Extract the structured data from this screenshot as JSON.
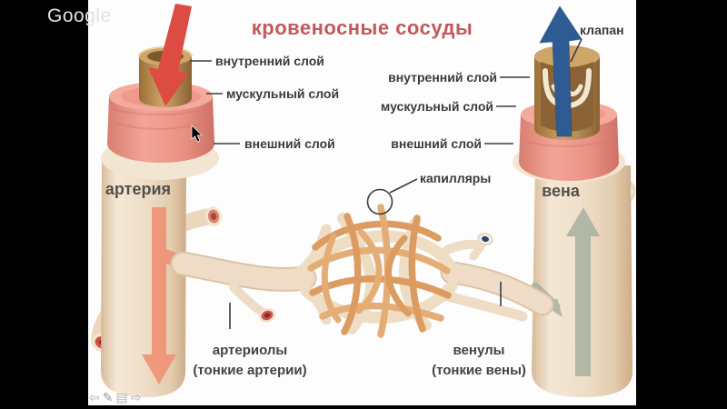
{
  "watermark": {
    "brand": "Google"
  },
  "slide": {
    "title": "кровеносные сосуды",
    "vessel_labels": {
      "artery": "артерия",
      "vein": "вена"
    },
    "artery_layers": {
      "inner": "внутренний слой",
      "muscle": "мускульный слой",
      "outer": "внешний слой"
    },
    "vein_layers": {
      "inner": "внутренний слой",
      "muscle": "мускульный слой",
      "outer": "внешний слой",
      "valve": "клапан",
      "capillaries": "капилляры"
    },
    "small_vessels": {
      "arterioles_line1": "артериолы",
      "arterioles_line2": "(тонкие артерии)",
      "venules_line1": "венулы",
      "venules_line2": "(тонкие вены)"
    }
  },
  "toolbar": {
    "back_icon": "⇦",
    "pen_icon": "✎",
    "slides_icon": "▤",
    "forward_icon": "⇨"
  },
  "colors": {
    "slide_bg": "#fdfdfd",
    "frame_bg": "#000000",
    "title": "#c4585c",
    "label_text": "#3d3b39",
    "artery_flow_arrow": "#dd4b42",
    "vein_flow_arrow": "#2f5b95",
    "artery_inner_flow": "#ef8f72",
    "vein_inner_flow": "#a7b0a0",
    "vessel_wall": "#eedcc6",
    "muscle_layer": "#ea9184",
    "inner_layer": "#cfa568",
    "capillary": "#dc9b60"
  }
}
